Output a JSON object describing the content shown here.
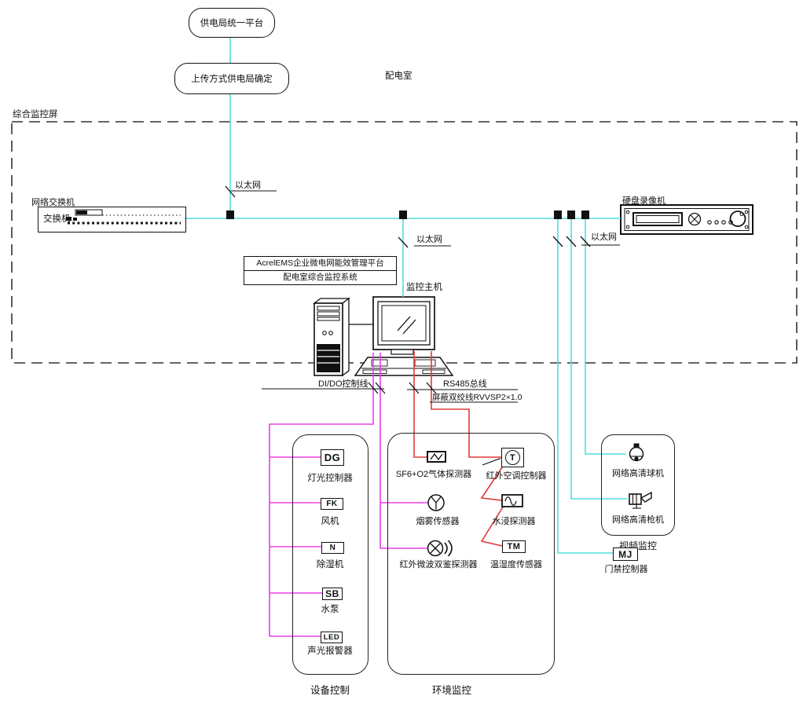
{
  "colors": {
    "ethernet_cyan": "#52DEDE",
    "control_magenta": "#E93EE9",
    "rs485_red": "#E13A3A",
    "line_black": "#111111"
  },
  "top": {
    "node1": "供电局统一平台",
    "node2": "上传方式供电局确定",
    "room": "配电室",
    "screen": "综合监控屏"
  },
  "labels": {
    "ethernet1": "以太网",
    "ethernet2": "以太网",
    "ethernet3": "以太网",
    "dido": "DI/DO控制线",
    "rs485": "RS485总线",
    "cable": "屏蔽双绞线RVVSP2×1.0",
    "host": "监控主机"
  },
  "switch": {
    "title": "网络交换机",
    "name": "交换机"
  },
  "dvr": {
    "title": "硬盘录像机"
  },
  "platform": {
    "line1": "AcrelEMS企业微电网能效管理平台",
    "line2": "配电室综合监控系统"
  },
  "device_group": {
    "title": "设备控制",
    "items": [
      {
        "code": "DG",
        "label": "灯光控制器"
      },
      {
        "code": "FK",
        "label": "风机"
      },
      {
        "code": "N",
        "label": "除湿机"
      },
      {
        "code": "SB",
        "label": "水泵"
      },
      {
        "code": "LED",
        "label": "声光报警器"
      }
    ]
  },
  "env_group": {
    "title": "环境监控",
    "left": [
      {
        "label": "SF6+O2气体探测器"
      },
      {
        "label": "烟雾传感器"
      },
      {
        "label": "红外微波双鉴探测器"
      }
    ],
    "right": [
      {
        "code": "T",
        "label": "红外空调控制器"
      },
      {
        "label": "水浸探测器"
      },
      {
        "code": "TM",
        "label": "温湿度传感器"
      }
    ]
  },
  "video_group": {
    "title": "视频监控",
    "items": [
      {
        "label": "网络高清球机"
      },
      {
        "label": "网络高清枪机"
      }
    ]
  },
  "access": {
    "code": "MJ",
    "label": "门禁控制器"
  }
}
